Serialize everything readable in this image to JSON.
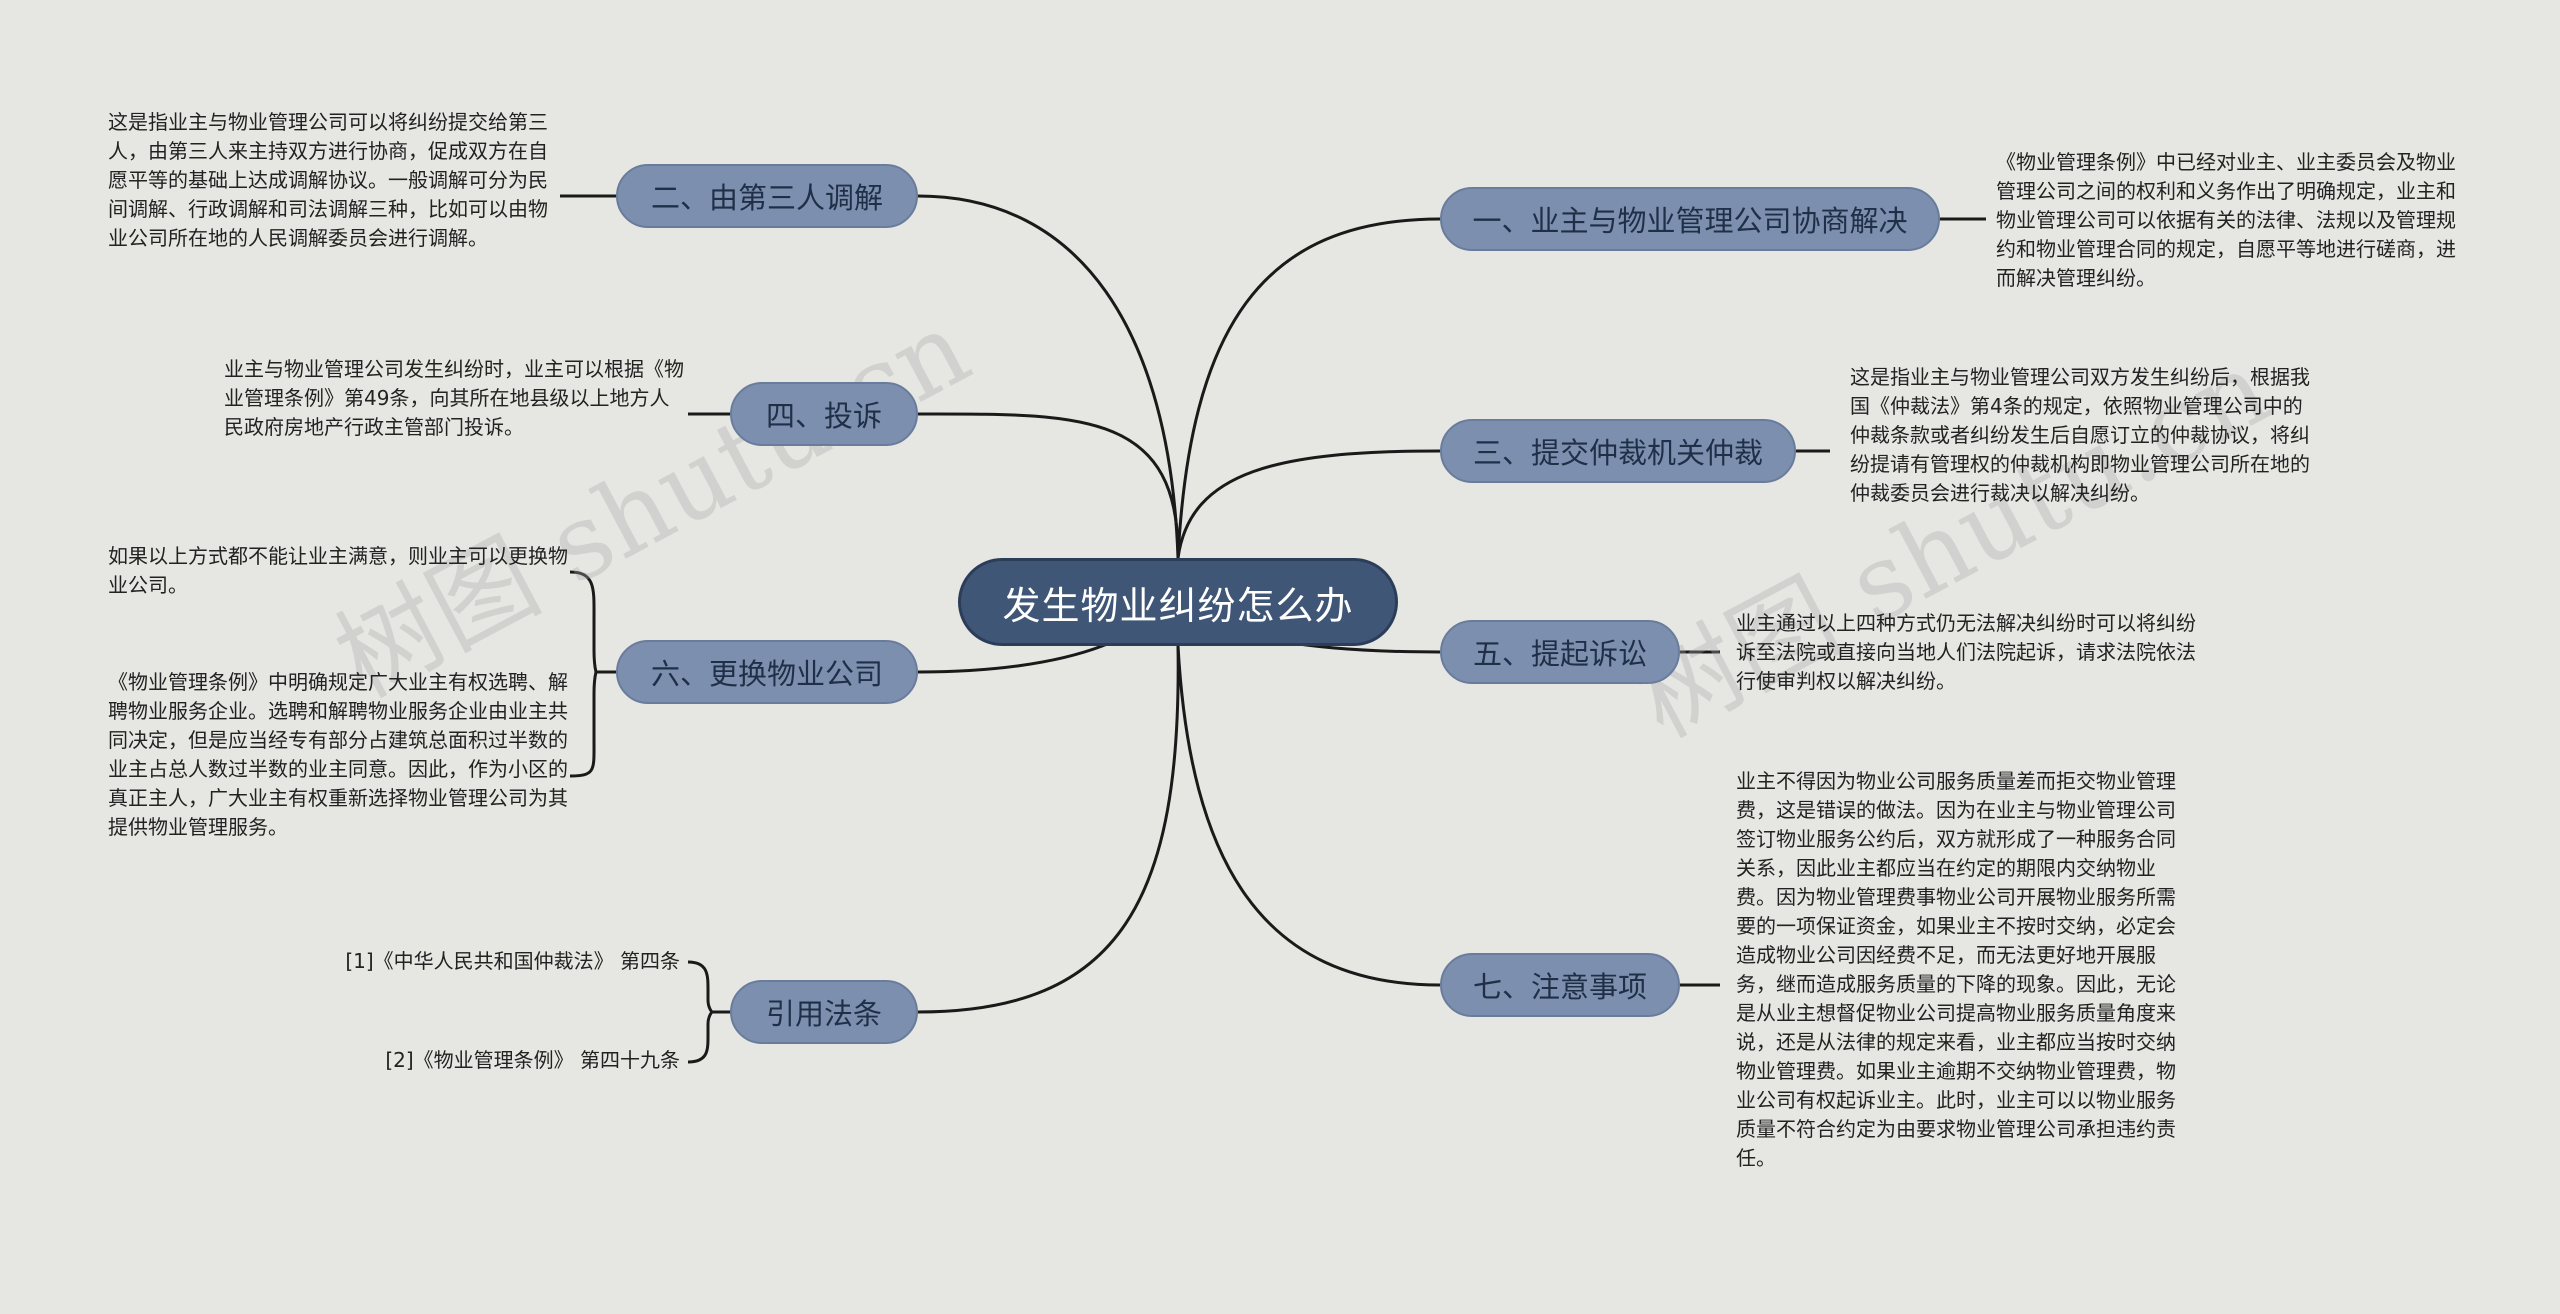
{
  "central": "发生物业纠纷怎么办",
  "watermark": "树图 shutu.cn",
  "nodes": {
    "n1": {
      "label": "一、业主与物业管理公司协商解决",
      "desc": "《物业管理条例》中已经对业主、业主委员会及物业管理公司之间的权利和义务作出了明确规定，业主和物业管理公司可以依据有关的法律、法规以及管理规约和物业管理合同的规定，自愿平等地进行磋商，进而解决管理纠纷。"
    },
    "n2": {
      "label": "二、由第三人调解",
      "desc": "这是指业主与物业管理公司可以将纠纷提交给第三人，由第三人来主持双方进行协商，促成双方在自愿平等的基础上达成调解协议。一般调解可分为民间调解、行政调解和司法调解三种，比如可以由物业公司所在地的人民调解委员会进行调解。"
    },
    "n3": {
      "label": "三、提交仲裁机关仲裁",
      "desc": "这是指业主与物业管理公司双方发生纠纷后，根据我国《仲裁法》第4条的规定，依照物业管理公司中的仲裁条款或者纠纷发生后自愿订立的仲裁协议，将纠纷提请有管理权的仲裁机构即物业管理公司所在地的仲裁委员会进行裁决以解决纠纷。"
    },
    "n4": {
      "label": "四、投诉",
      "desc": "业主与物业管理公司发生纠纷时，业主可以根据《物业管理条例》第49条，向其所在地县级以上地方人民政府房地产行政主管部门投诉。"
    },
    "n5": {
      "label": "五、提起诉讼",
      "desc": "业主通过以上四种方式仍无法解决纠纷时可以将纠纷诉至法院或直接向当地人们法院起诉，请求法院依法行使审判权以解决纠纷。"
    },
    "n6": {
      "label": "六、更换物业公司",
      "desc1": "如果以上方式都不能让业主满意，则业主可以更换物业公司。",
      "desc2": "《物业管理条例》中明确规定广大业主有权选聘、解聘物业服务企业。选聘和解聘物业服务企业由业主共同决定，但是应当经专有部分占建筑总面积过半数的业主占总人数过半数的业主同意。因此，作为小区的真正主人，广大业主有权重新选择物业管理公司为其提供物业管理服务。"
    },
    "n7": {
      "label": "七、注意事项",
      "desc": "业主不得因为物业公司服务质量差而拒交物业管理费，这是错误的做法。因为在业主与物业管理公司签订物业服务公约后，双方就形成了一种服务合同关系，因此业主都应当在约定的期限内交纳物业费。因为物业管理费事物业公司开展物业服务所需要的一项保证资金，如果业主不按时交纳，必定会造成物业公司因经费不足，而无法更好地开展服务，继而造成服务质量的下降的现象。因此，无论是从业主想督促物业公司提高物业服务质量角度来说，还是从法律的规定来看，业主都应当按时交纳物业管理费。如果业主逾期不交纳物业管理费，物业公司有权起诉业主。此时，业主可以以物业服务质量不符合约定为由要求物业管理公司承担违约责任。"
    },
    "n8": {
      "label": "引用法条",
      "ref1": "[1]《中华人民共和国仲裁法》 第四条",
      "ref2": "[2]《物业管理条例》 第四十九条"
    }
  },
  "colors": {
    "background": "#e6e7e3",
    "central": "#3f5677",
    "node": "#7d8fae",
    "line": "#1a1a1a"
  }
}
